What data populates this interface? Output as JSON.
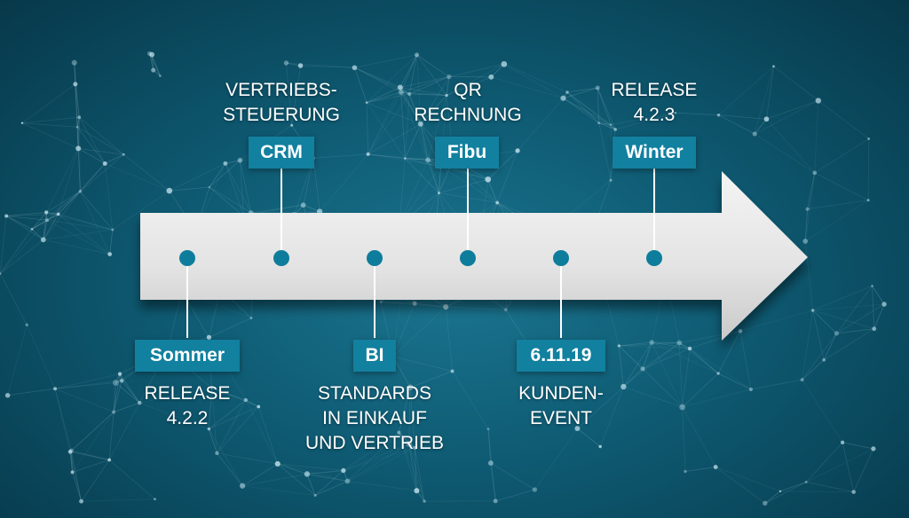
{
  "colors": {
    "background": "#0e5a72",
    "tag": "#12809f",
    "dot": "#0e7d9c",
    "arrow": "#e6e6e6",
    "text": "#ffffff"
  },
  "milestones": [
    {
      "tag": "Sommer",
      "caption": [
        "RELEASE",
        "4.2.2"
      ]
    },
    {
      "tag": "CRM",
      "caption": [
        "VERTRIEBS-",
        "STEUERUNG"
      ]
    },
    {
      "tag": "BI",
      "caption": [
        "STANDARDS",
        "IN EINKAUF",
        "UND VERTRIEB"
      ]
    },
    {
      "tag": "Fibu",
      "caption": [
        "QR",
        "RECHNUNG"
      ]
    },
    {
      "tag": "6.11.19",
      "caption": [
        "KUNDEN-",
        "EVENT"
      ]
    },
    {
      "tag": "Winter",
      "caption": [
        "RELEASE",
        "4.2.3"
      ]
    }
  ]
}
